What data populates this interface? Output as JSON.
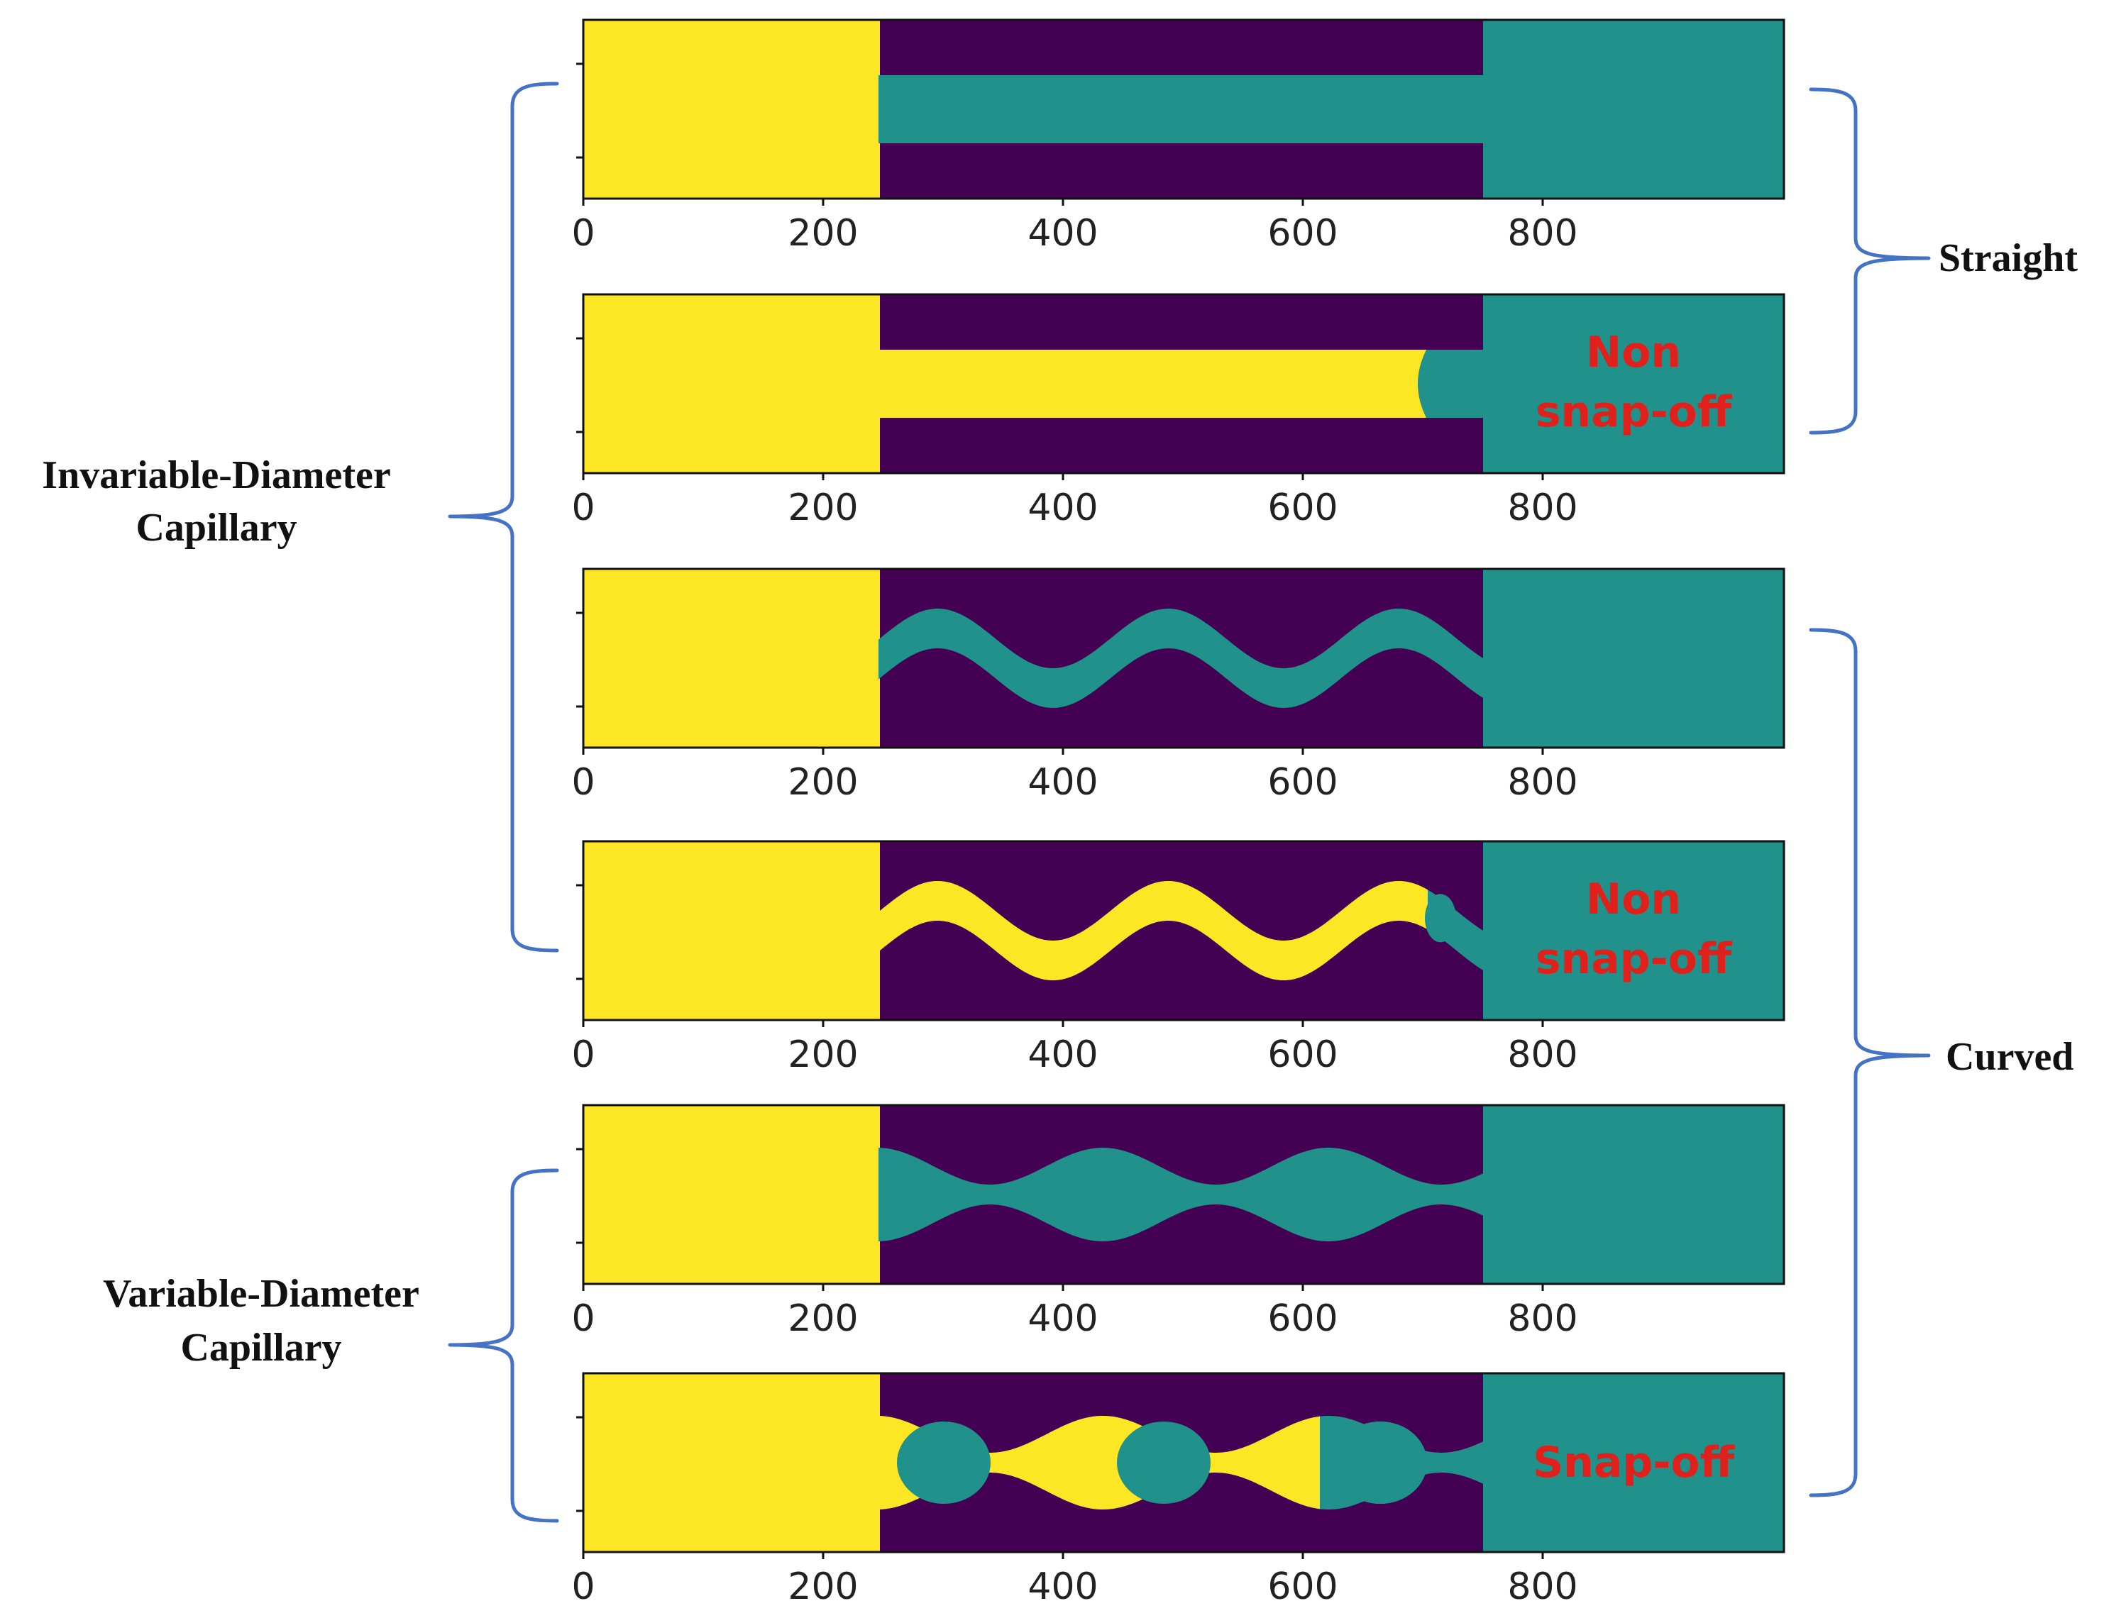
{
  "colors": {
    "solid": "#440154",
    "wetting": "#21918c",
    "nonwetting": "#fde725",
    "brace": "#4472c4",
    "annotation": "#e0201a"
  },
  "panels": [
    {
      "id": "p1",
      "shape": "straight",
      "inflow": false,
      "ticks": [
        "0",
        "200",
        "400",
        "600",
        "800"
      ]
    },
    {
      "id": "p2",
      "shape": "straight",
      "inflow": true,
      "ticks": [
        "0",
        "200",
        "400",
        "600",
        "800"
      ],
      "annotation": [
        "Non",
        "snap-off"
      ]
    },
    {
      "id": "p3",
      "shape": "curved",
      "inflow": false,
      "ticks": [
        "0",
        "200",
        "400",
        "600",
        "800"
      ]
    },
    {
      "id": "p4",
      "shape": "curved",
      "inflow": true,
      "ticks": [
        "0",
        "200",
        "400",
        "600",
        "800"
      ],
      "annotation": [
        "Non",
        "snap-off"
      ]
    },
    {
      "id": "p5",
      "shape": "variable",
      "inflow": false,
      "ticks": [
        "0",
        "200",
        "400",
        "600",
        "800"
      ]
    },
    {
      "id": "p6",
      "shape": "variable",
      "inflow": true,
      "ticks": [
        "0",
        "200",
        "400",
        "600",
        "800"
      ],
      "annotation": [
        "Snap-off"
      ]
    }
  ],
  "labels": {
    "invariable": [
      "Invariable-Diameter",
      "Capillary"
    ],
    "variable": [
      "Variable-Diameter",
      "Capillary"
    ],
    "straight": "Straight",
    "curved": "Curved"
  }
}
